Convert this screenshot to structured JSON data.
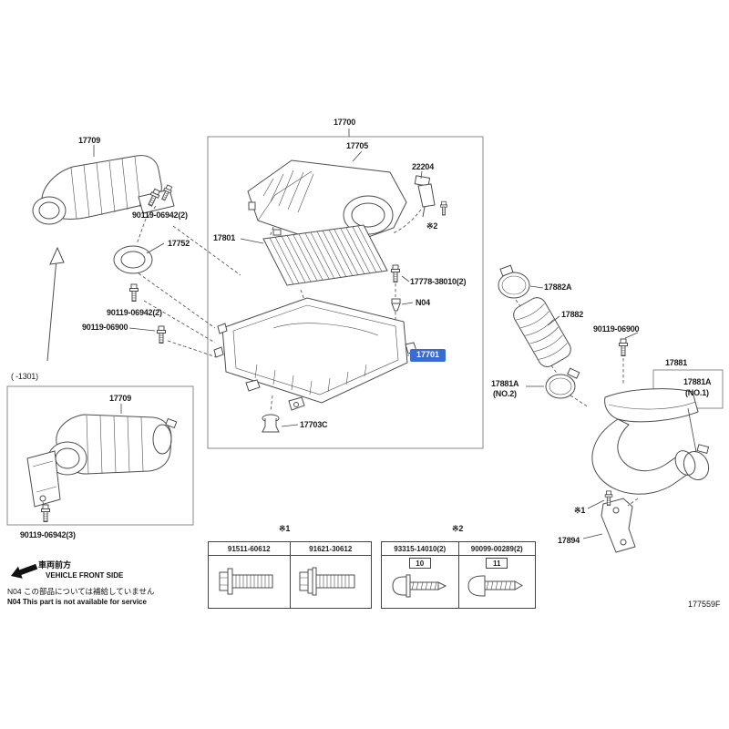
{
  "figure_code": "177559F",
  "highlight": {
    "bg": "#3a6bd0",
    "fg": "#ffffff"
  },
  "labels": {
    "p17700": "17700",
    "p17705": "17705",
    "p22204": "22204",
    "ref2_sensor": "※2",
    "p17801": "17801",
    "p17778": "17778-38010(2)",
    "n04": "N04",
    "p17701": "17701",
    "p17703c": "17703C",
    "p17709_top": "17709",
    "bolt_06942_top": "90119-06942(2)",
    "p17752": "17752",
    "bolt_06942_mid": "90119-06942(2)",
    "bolt_06900_left": "90119-06900",
    "range_note": "(  -1301)",
    "p17709_bottom": "17709",
    "bolt_06942_bottom": "90119-06942(3)",
    "p17882a": "17882A",
    "p17882": "17882",
    "bolt_06900_right": "90119-06900",
    "p17881": "17881",
    "p17881a_no2_l1": "17881A",
    "p17881a_no2_l2": "(NO.2)",
    "p17881a_no1_l1": "17881A",
    "p17881a_no1_l2": "(NO.1)",
    "ref1_duct": "※1",
    "p17894": "17894"
  },
  "notes": {
    "front_jp": "車両前方",
    "front_en": "VEHICLE FRONT SIDE",
    "n04_jp": "N04 この部品については補給していません",
    "n04_en": "N04 This part is not available for service"
  },
  "tables": {
    "t1": {
      "ref": "※1",
      "col1": "91511-60612",
      "col2": "91621-30612"
    },
    "t2": {
      "ref": "※2",
      "col1": "93315-14010(2)",
      "col2": "90099-00289(2)",
      "size_left": "10",
      "size_right": "11"
    }
  }
}
